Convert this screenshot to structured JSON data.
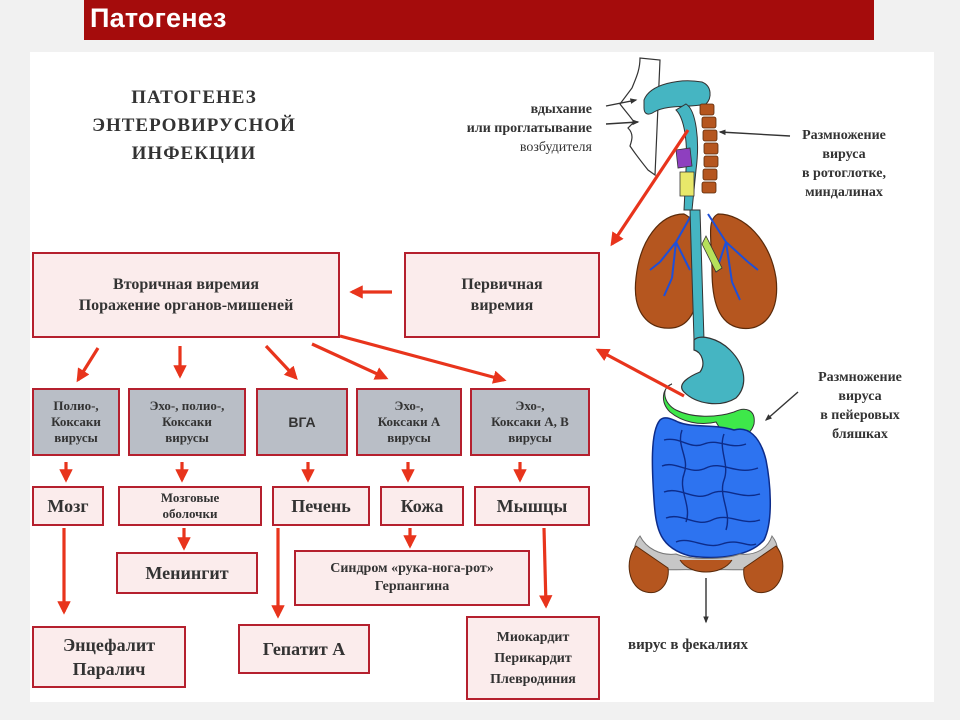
{
  "header": {
    "title": "Патогенез"
  },
  "diagram": {
    "title_lines": [
      "ПАТОГЕНЕЗ",
      "ЭНТЕРОВИРУСНОЙ",
      "ИНФЕКЦИИ"
    ],
    "secondary_viremia": [
      "Вторичная виремия",
      "Поражение органов-мишеней"
    ],
    "primary_viremia": [
      "Первичная",
      "виремия"
    ],
    "virus_groups": [
      [
        "Полио-,",
        "Коксаки",
        "вирусы"
      ],
      [
        "Эхо-, полио-,",
        "Коксаки",
        "вирусы"
      ],
      [
        "ВГА"
      ],
      [
        "Эхо-,",
        "Коксаки А",
        "вирусы"
      ],
      [
        "Эхо-,",
        "Коксаки А, В",
        "вирусы"
      ]
    ],
    "organs": {
      "brain": "Мозг",
      "meninges": [
        "Мозговые",
        "оболочки"
      ],
      "liver": "Печень",
      "skin": "Кожа",
      "muscles": "Мышцы"
    },
    "diseases": {
      "meningitis": "Менингит",
      "encephalitis": [
        "Энцефалит",
        "Паралич"
      ],
      "hepatitis": "Гепатит А",
      "hfmd": [
        "Синдром «рука-нога-рот»",
        "Герпангина"
      ],
      "myocarditis": [
        "Миокардит",
        "Перикардит",
        "Плевродиния"
      ]
    },
    "labels": {
      "inhalation": [
        "вдыхание",
        "или проглатывание",
        "возбудителя"
      ],
      "reproduction_throat": [
        "Размножение",
        "вируса",
        "в ротоглотке,",
        "миндалинах"
      ],
      "reproduction_peyer": [
        "Размножение",
        "вируса",
        "в пейеровых",
        "бляшках"
      ],
      "feces": "вирус в фекалиях"
    },
    "colors": {
      "arrow": "#e8341c",
      "header": "#a50c0c",
      "box_border": "#b5202e",
      "box_fill": "#fbecec",
      "grey_fill": "#b9bec6"
    }
  }
}
